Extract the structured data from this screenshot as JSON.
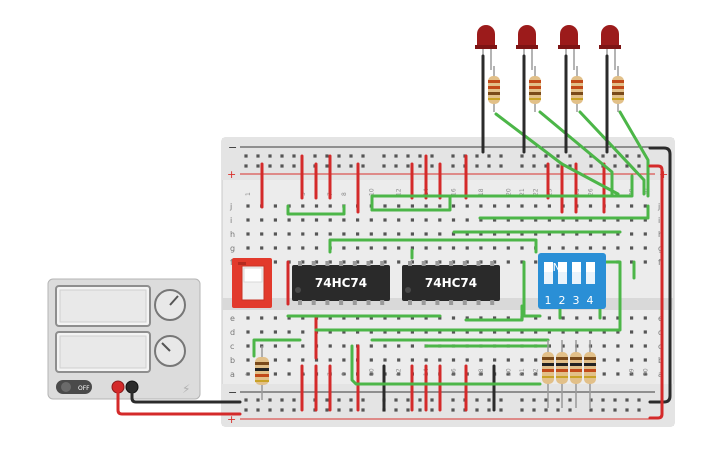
{
  "chips": [
    {
      "label": "74HC74"
    },
    {
      "label": "74HC74"
    }
  ],
  "dip_switch": {
    "on_label": "ON",
    "position_labels": [
      "1",
      "2",
      "3",
      "4"
    ]
  },
  "power_supply": {
    "off_label": "OFF"
  },
  "breadboard": {
    "rail_minus": "−",
    "rail_plus": "+",
    "row_letters_top": [
      "j",
      "i",
      "h",
      "g",
      "f"
    ],
    "row_letters_bottom": [
      "e",
      "d",
      "c",
      "b",
      "a"
    ],
    "column_numbers": [
      "1",
      "5",
      "7",
      "8",
      "10",
      "12",
      "14",
      "16",
      "18",
      "20",
      "21",
      "22",
      "23",
      "25",
      "26",
      "29",
      "30"
    ]
  },
  "colors": {
    "board": "#e9e9e9",
    "rail_red": "#d9302b",
    "rail_black": "#3a3a3a",
    "wire_green": "#4cb648",
    "wire_red": "#d42a2a",
    "wire_black": "#2b2b2b",
    "chip": "#2a2a2a",
    "dip_switch": "#2a8fd6",
    "slide_switch": "#e23a2c",
    "led": "#9c1b1b",
    "resistor": "#e2c089"
  }
}
